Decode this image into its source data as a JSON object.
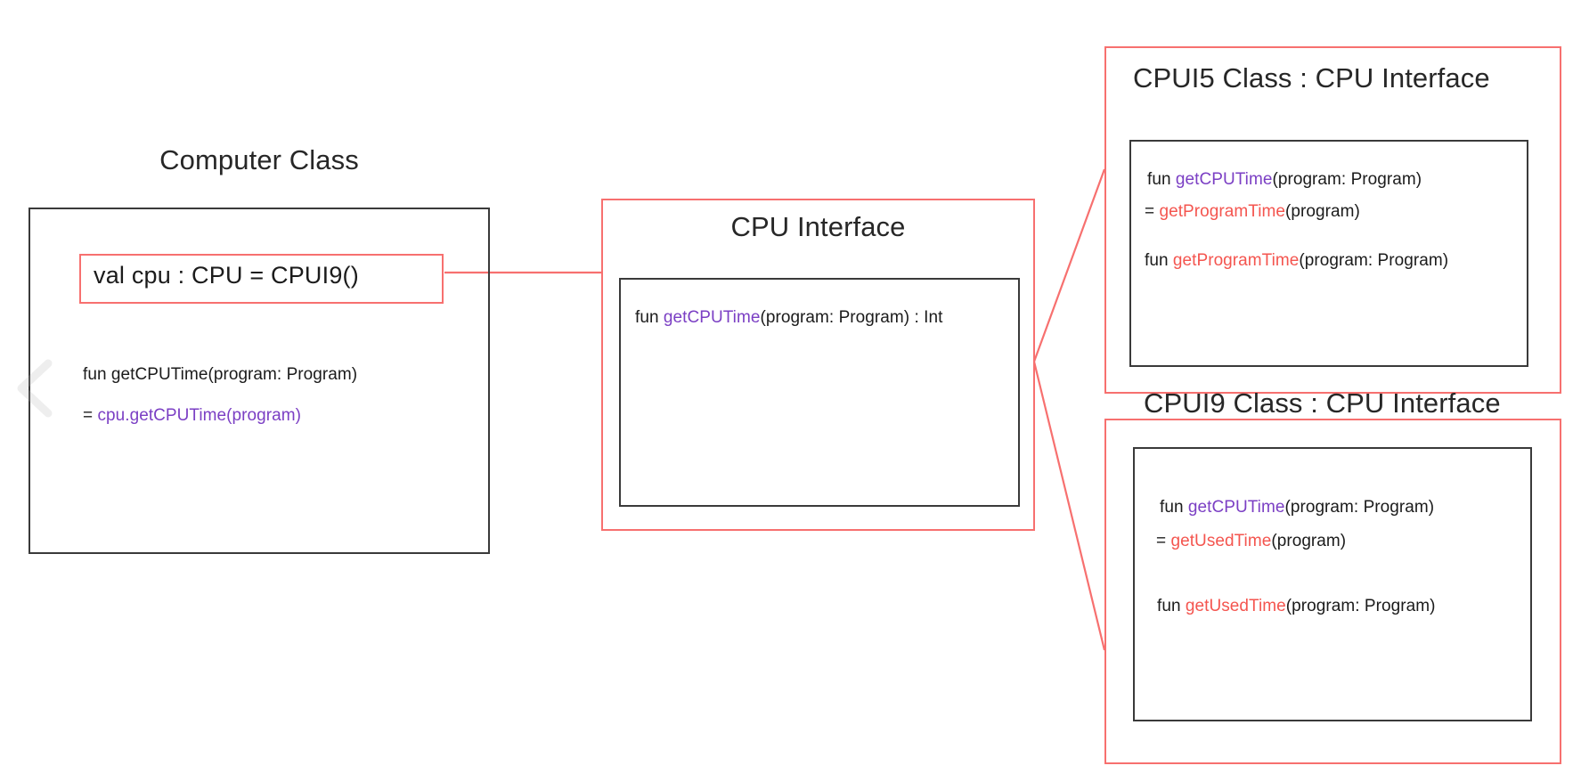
{
  "diagram": {
    "title": "CPU Interface delegation class diagram",
    "accent_red": "#f7706f",
    "accent_purple": "#7b3fc4",
    "accent_text_red": "#f4554f",
    "outline_black": "#3a3a3a"
  },
  "computer_class": {
    "title": "Computer Class",
    "highlight": {
      "text": "val cpu : CPU = CPUI9()"
    },
    "method": {
      "signature_kw": "fun ",
      "signature_rest": "getCPUTime(program: Program)",
      "body_eq": "= ",
      "body_call": "cpu.getCPUTime(program)"
    }
  },
  "cpu_interface": {
    "title": "CPU Interface",
    "method": {
      "kw": "fun ",
      "name": "getCPUTime",
      "params": "(program: Program) : Int"
    }
  },
  "cpui5": {
    "title": "CPUI5 Class : CPU Interface",
    "lines": {
      "l1_kw": "fun ",
      "l1_name": "getCPUTime",
      "l1_params": "(program: Program)",
      "l2_eq": "= ",
      "l2_name": "getProgramTime",
      "l2_params": "(program)",
      "l3_kw": "fun ",
      "l3_name": "getProgramTime",
      "l3_params": "(program: Program)"
    }
  },
  "cpui9": {
    "title": "CPUI9 Class : CPU Interface",
    "lines": {
      "l1_kw": "fun ",
      "l1_name": "getCPUTime",
      "l1_params": "(program: Program)",
      "l2_eq": "= ",
      "l2_name": "getUsedTime",
      "l2_params": "(program)",
      "l3_kw": "fun ",
      "l3_name": "getUsedTime",
      "l3_params": "(program: Program)"
    }
  },
  "overlay": {
    "back_chevron_icon": "chevron-left-icon"
  }
}
